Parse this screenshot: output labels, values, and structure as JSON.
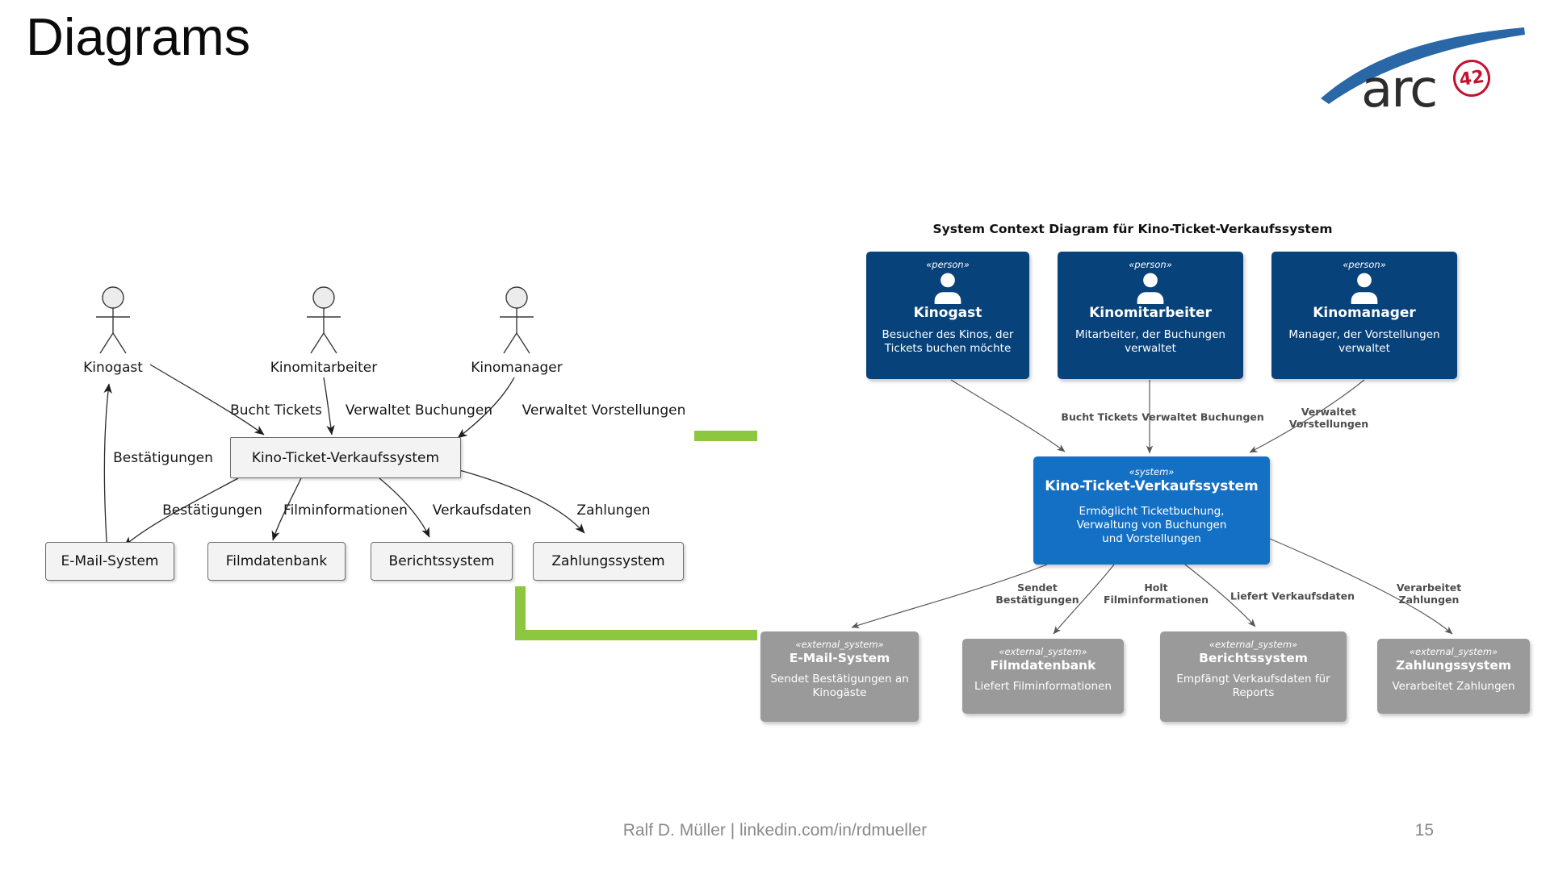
{
  "slide": {
    "title": "Diagrams",
    "logo": {
      "text": "arc",
      "badge": "42"
    },
    "footer": {
      "credit": "Ralf D. Müller | linkedin.com/in/rdmueller",
      "page": "15"
    }
  },
  "colors": {
    "person_box": "#08427B",
    "system_box": "#1470C4",
    "external_box": "#9A9A9A",
    "accent_green": "#8DC63F",
    "logo_blue": "#2A67A6",
    "logo_red": "#C41230",
    "edge_label_gray": "#4D4D4D"
  },
  "uml": {
    "actors": [
      {
        "name": "Kinogast"
      },
      {
        "name": "Kinomitarbeiter"
      },
      {
        "name": "Kinomanager"
      }
    ],
    "system_box": "Kino-Ticket-Verkaufssystem",
    "external_boxes": [
      "E-Mail-System",
      "Filmdatenbank",
      "Berichtssystem",
      "Zahlungssystem"
    ],
    "labels": {
      "bucht_tickets": "Bucht Tickets",
      "verwaltet_buchungen": "Verwaltet Buchungen",
      "verwaltet_vorstellungen": "Verwaltet Vorstellungen",
      "bestaetigungen_up": "Bestätigungen",
      "bestaetigungen_down": "Bestätigungen",
      "filminformationen": "Filminformationen",
      "verkaufsdaten": "Verkaufsdaten",
      "zahlungen": "Zahlungen"
    }
  },
  "c4": {
    "title": "System Context Diagram für Kino-Ticket-Verkaufssystem",
    "persons": [
      {
        "stereotype": "«person»",
        "name": "Kinogast",
        "desc_lines": [
          "Besucher des Kinos, der",
          "Tickets buchen möchte"
        ]
      },
      {
        "stereotype": "«person»",
        "name": "Kinomitarbeiter",
        "desc_lines": [
          "Mitarbeiter, der Buchungen",
          "verwaltet"
        ]
      },
      {
        "stereotype": "«person»",
        "name": "Kinomanager",
        "desc_lines": [
          "Manager, der Vorstellungen",
          "verwaltet"
        ]
      }
    ],
    "system": {
      "stereotype": "«system»",
      "name": "Kino-Ticket-Verkaufssystem",
      "desc_lines": [
        "Ermöglicht Ticketbuchung,",
        "Verwaltung von Buchungen",
        "und Vorstellungen"
      ]
    },
    "externals": [
      {
        "stereotype": "«external_system»",
        "name": "E-Mail-System",
        "desc_lines": [
          "Sendet Bestätigungen an",
          "Kinogäste"
        ]
      },
      {
        "stereotype": "«external_system»",
        "name": "Filmdatenbank",
        "desc_lines": [
          "Liefert Filminformationen"
        ]
      },
      {
        "stereotype": "«external_system»",
        "name": "Berichtssystem",
        "desc_lines": [
          "Empfängt Verkaufsdaten für",
          "Reports"
        ]
      },
      {
        "stereotype": "«external_system»",
        "name": "Zahlungssystem",
        "desc_lines": [
          "Verarbeitet Zahlungen"
        ]
      }
    ],
    "edges": {
      "bucht_tickets": {
        "lines": [
          "Bucht Tickets"
        ]
      },
      "verwaltet_buchungen": {
        "lines": [
          "Verwaltet Buchungen"
        ]
      },
      "verwaltet_vorstellungen": {
        "lines": [
          "Verwaltet",
          "Vorstellungen"
        ]
      },
      "sendet_bestaetigungen": {
        "lines": [
          "Sendet",
          "Bestätigungen"
        ]
      },
      "holt_filminformationen": {
        "lines": [
          "Holt",
          "Filminformationen"
        ]
      },
      "liefert_verkaufsdaten": {
        "lines": [
          "Liefert Verkaufsdaten"
        ]
      },
      "verarbeitet_zahlungen": {
        "lines": [
          "Verarbeitet",
          "Zahlungen"
        ]
      }
    }
  }
}
